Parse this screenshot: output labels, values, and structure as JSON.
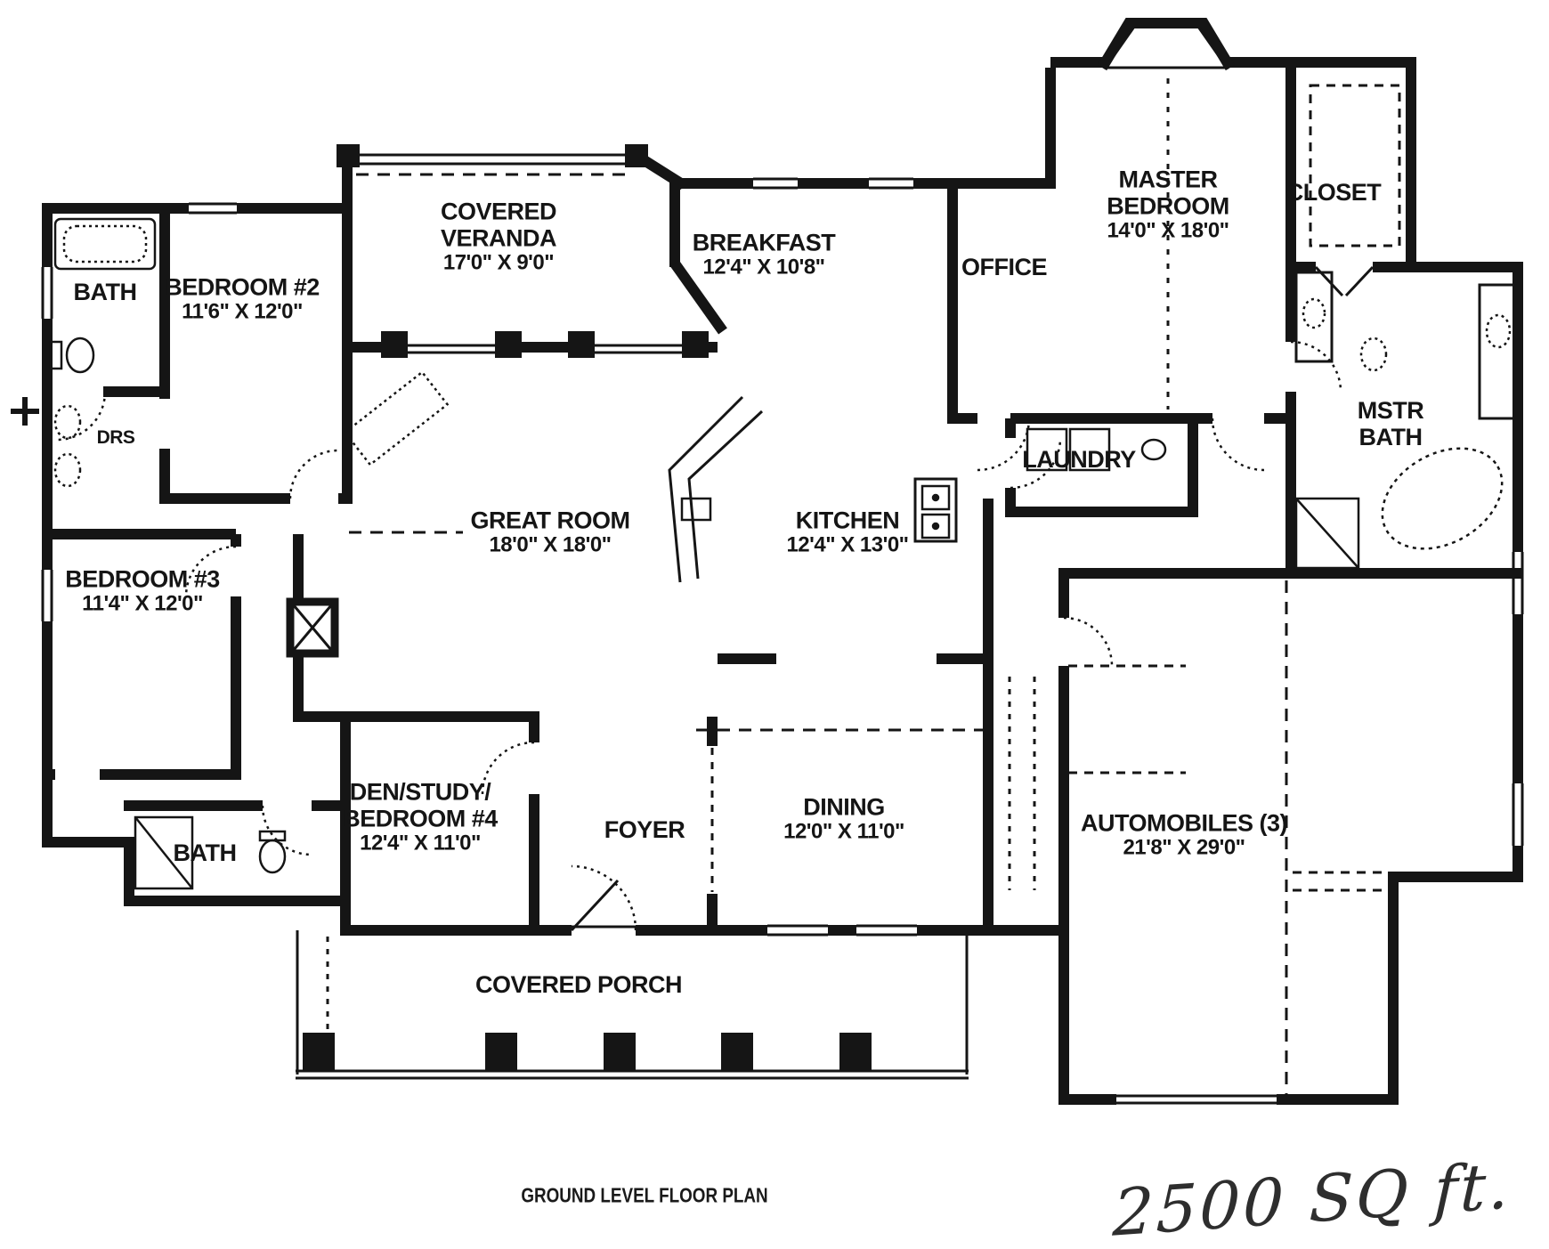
{
  "plan": {
    "caption": "GROUND LEVEL FLOOR PLAN",
    "area_note": "2500 SQ ft.",
    "rooms": [
      {
        "id": "bath-upper",
        "label": "BATH",
        "dims": ""
      },
      {
        "id": "bedroom-2",
        "label": "BEDROOM #2",
        "dims": "11'6\" X 12'0\""
      },
      {
        "id": "dressers",
        "label": "DRS",
        "dims": ""
      },
      {
        "id": "covered-veranda",
        "label": "COVERED\nVERANDA",
        "dims": "17'0\" X 9'0\""
      },
      {
        "id": "breakfast",
        "label": "BREAKFAST",
        "dims": "12'4\" X 10'8\""
      },
      {
        "id": "office",
        "label": "OFFICE",
        "dims": ""
      },
      {
        "id": "master-bedroom",
        "label": "MASTER\nBEDROOM",
        "dims": "14'0\" X 18'0\""
      },
      {
        "id": "closet",
        "label": "CLOSET",
        "dims": ""
      },
      {
        "id": "mstr-bath",
        "label": "MSTR\nBATH",
        "dims": ""
      },
      {
        "id": "laundry",
        "label": "LAUNDRY",
        "dims": ""
      },
      {
        "id": "great-room",
        "label": "GREAT ROOM",
        "dims": "18'0\" X 18'0\""
      },
      {
        "id": "kitchen",
        "label": "KITCHEN",
        "dims": "12'4\" X 13'0\""
      },
      {
        "id": "bedroom-3",
        "label": "BEDROOM #3",
        "dims": "11'4\" X 12'0\""
      },
      {
        "id": "bath-lower",
        "label": "BATH",
        "dims": ""
      },
      {
        "id": "den-study",
        "label": "DEN/STUDY/\nBEDROOM #4",
        "dims": "12'4\" X 11'0\""
      },
      {
        "id": "foyer",
        "label": "FOYER",
        "dims": ""
      },
      {
        "id": "dining",
        "label": "DINING",
        "dims": "12'0\" X 11'0\""
      },
      {
        "id": "automobiles",
        "label": "AUTOMOBILES (3)",
        "dims": "21'8\" X 29'0\""
      },
      {
        "id": "covered-porch",
        "label": "COVERED PORCH",
        "dims": ""
      }
    ]
  }
}
